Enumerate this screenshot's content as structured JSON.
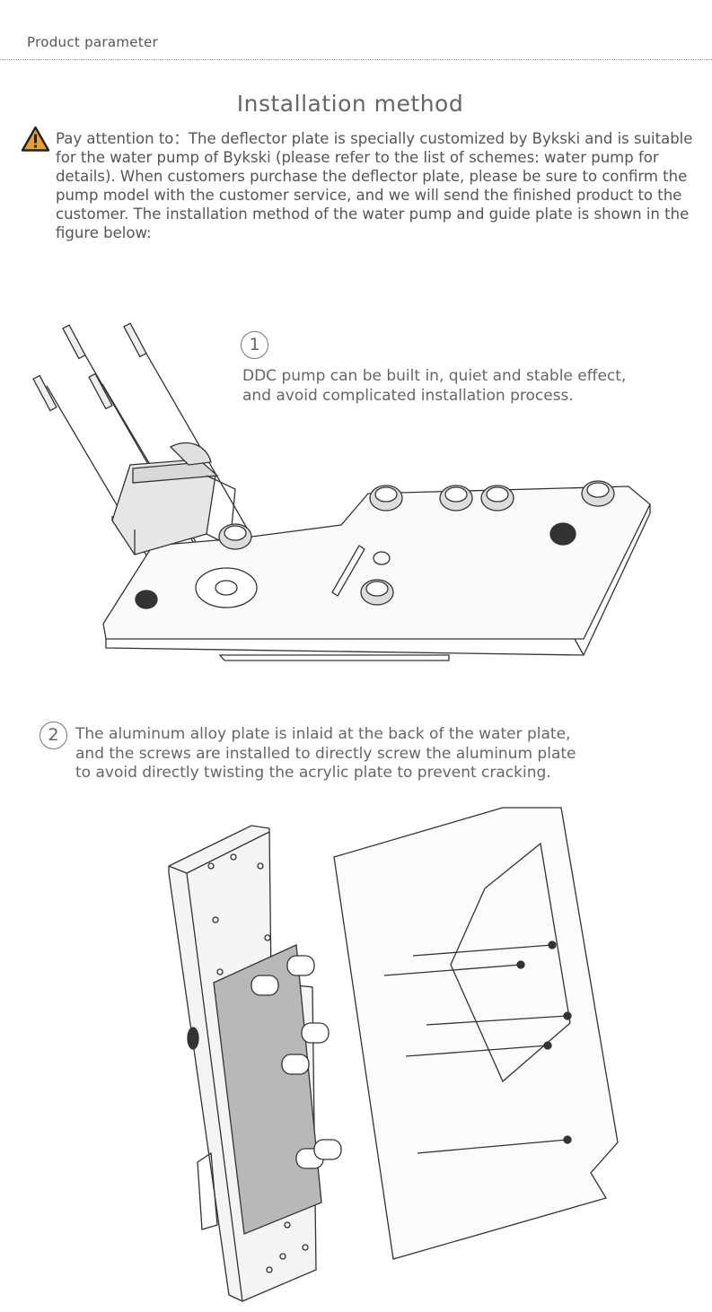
{
  "header": {
    "label": "Product parameter"
  },
  "title": "Installation method",
  "notice": {
    "icon": "warning-icon",
    "text": "Pay attention to：The deflector plate is specially customized by Bykski and is suitable for the water pump of Bykski (please refer to the list of schemes: water pump for details). When customers purchase the deflector plate, please be sure to confirm the pump model with the customer service, and we will send the finished product to the customer. The installation method of the water pump and guide plate is shown in the figure below:"
  },
  "steps": [
    {
      "number": "1",
      "lines": [
        "DDC pump can be built in, quiet and stable effect,",
        "and avoid complicated installation process."
      ]
    },
    {
      "number": "2",
      "lines": [
        "The aluminum alloy plate is inlaid at the back of the water plate,",
        "and the screws are installed to directly screw the aluminum plate",
        "to avoid directly twisting the acrylic plate to prevent cracking."
      ]
    }
  ],
  "colors": {
    "warning": "#f0a020",
    "text": "#555555",
    "line": "#333333"
  }
}
